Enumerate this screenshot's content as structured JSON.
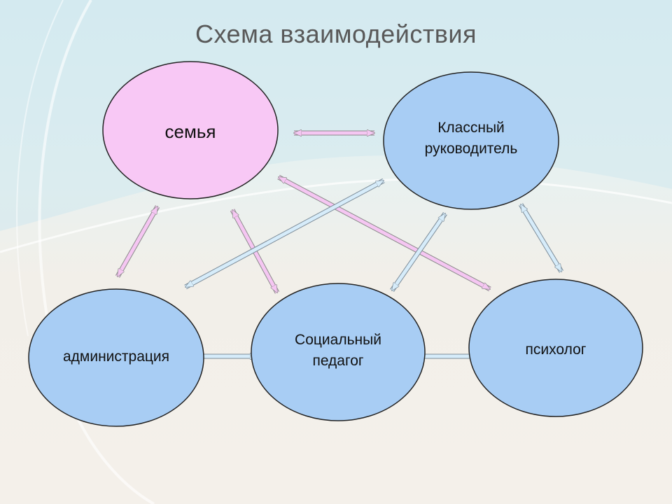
{
  "slide": {
    "title": "Схема взаимодействия"
  },
  "nodes": {
    "family": {
      "label": "семья",
      "color": "#f8c8f5"
    },
    "class_teacher": {
      "label": "Классный\nруководитель",
      "color": "#a8cdf4"
    },
    "administration": {
      "label": "администрация",
      "color": "#a8cdf4"
    },
    "social_pedagogue": {
      "label": "Социальный\nпедагог",
      "color": "#a8cdf4"
    },
    "psychologist": {
      "label": "психолог",
      "color": "#a8cdf4"
    }
  },
  "colors": {
    "pink_arrow": "#f5c6f2",
    "blue_arrow": "#cfe6f7",
    "background_top": "#d9eef2",
    "background_bottom": "#f4f0ea"
  }
}
